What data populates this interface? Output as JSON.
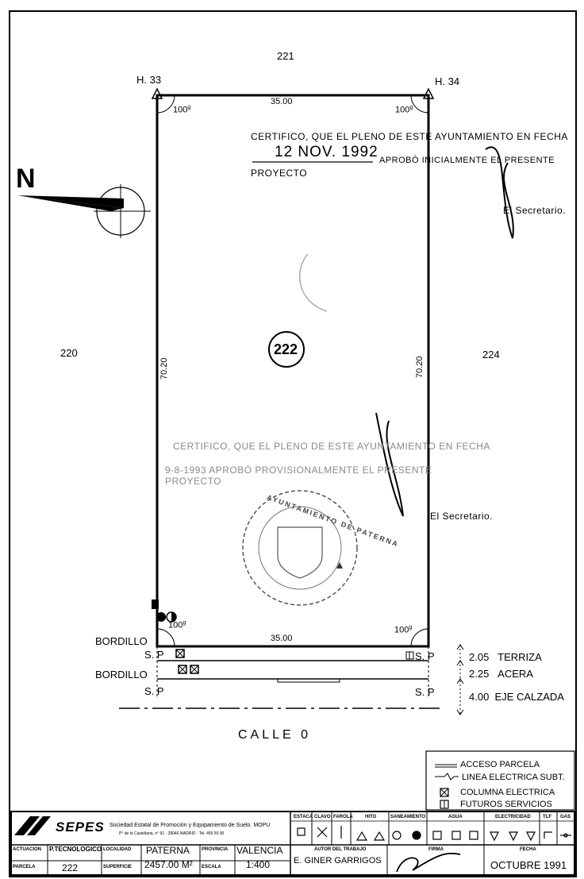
{
  "plan": {
    "top_neighbor": "221",
    "left_neighbor": "220",
    "right_neighbor": "224",
    "parcel_number": "222",
    "corner_top_left": "H. 33",
    "corner_top_right": "H. 34",
    "angle_tl": "100",
    "angle_tr": "100",
    "angle_bl": "100",
    "angle_br": "100",
    "angle_sup": "g",
    "top_dimension": "35.00",
    "bottom_dimension": "35.00",
    "left_dimension": "70.20",
    "right_dimension": "70.20",
    "north_label": "N",
    "curb_upper": "BORDILLO",
    "curb_lower": "BORDILLO",
    "sp_label": "S. P",
    "street_name": "CALLE 0",
    "widths": [
      {
        "value": "2.05",
        "label": "TERRIZA"
      },
      {
        "value": "2.25",
        "label": "ACERA"
      },
      {
        "value": "4.00",
        "label": "EJE CALZADA"
      }
    ]
  },
  "certificate_top": {
    "line1": "CERTIFICO, QUE EL PLENO DE ESTE AYUNTAMIENTO EN FECHA",
    "date": "12 NOV. 1992",
    "line2_rest": "APROBÓ INICIALMENTE EL PRESENTE",
    "line3": "PROYECTO",
    "signature_label": "El Secretario."
  },
  "certificate_bottom": {
    "line1": "CERTIFICO, QUE EL PLENO DE ESTE AYUNTAMIENTO EN FECHA",
    "line2": "9-8-1993 APROBÓ PROVISIONALMENTE EL PRESENTE",
    "line3": "PROYECTO",
    "signature_label": "El Secretario.",
    "seal_text": "AYUNTAMIENTO DE PATERNA"
  },
  "legend": {
    "items": [
      {
        "label": "ACCESO PARCELA"
      },
      {
        "label": "LINEA ELECTRICA SUBT."
      },
      {
        "label": "COLUMNA ELECTRICA"
      },
      {
        "label": "FUTUROS SERVICIOS"
      }
    ]
  },
  "title_block": {
    "logo": "SEPES",
    "company": "Sociedad Estatal de Promoción y Equipamiento de Suelo. MOPU",
    "address": "P° de la Castellana, n° 91 · 28046 MADRID · Tel. 456 50 00",
    "service_headers": [
      "ESTACA",
      "CLAVO",
      "FAROLA",
      "HITO",
      "SANEAMIENTO",
      "AGUA",
      "ELECTRICIDAD",
      "TLF",
      "GAS"
    ],
    "actuacion_label": "ACTUACION",
    "actuacion_value": "P.TECNOLOGICO",
    "localidad_label": "LOCALIDAD",
    "localidad_value": "PATERNA",
    "provincia_label": "PROVINCIA",
    "provincia_value": "VALENCIA",
    "parcela_label": "PARCELA",
    "parcela_value": "222",
    "superficie_label": "SUPERFICIE",
    "superficie_value": "2457.00 M²",
    "escala_label": "ESCALA",
    "escala_value": "1:400",
    "autor_label": "AUTOR DEL TRABAJO",
    "autor_value": "E. GINER GARRIGOS",
    "firma_label": "FIRMA",
    "fecha_label": "FECHA",
    "fecha_value": "OCTUBRE 1991"
  }
}
